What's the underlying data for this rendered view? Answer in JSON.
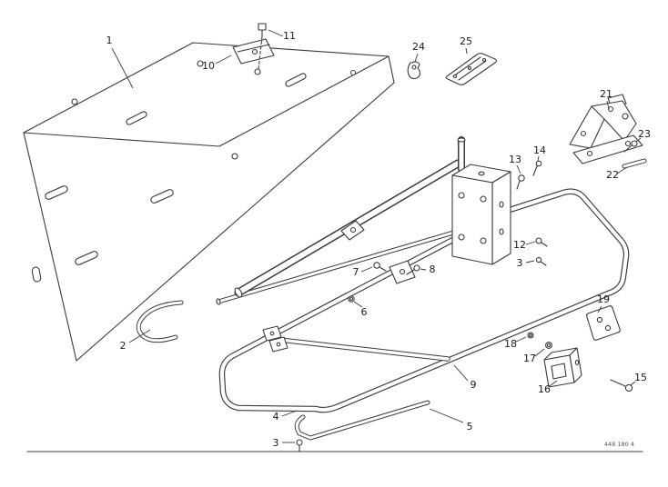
{
  "diagram": {
    "drawing_number": "448 180 4",
    "callouts": [
      "1",
      "2",
      "3",
      "3",
      "4",
      "5",
      "6",
      "7",
      "8",
      "9",
      "10",
      "11",
      "12",
      "13",
      "14",
      "15",
      "16",
      "17",
      "18",
      "19",
      "21",
      "22",
      "23",
      "24",
      "25"
    ],
    "colors": {
      "line": "#3a3a3a",
      "label": "#1a1a1a",
      "background": "#ffffff"
    }
  }
}
